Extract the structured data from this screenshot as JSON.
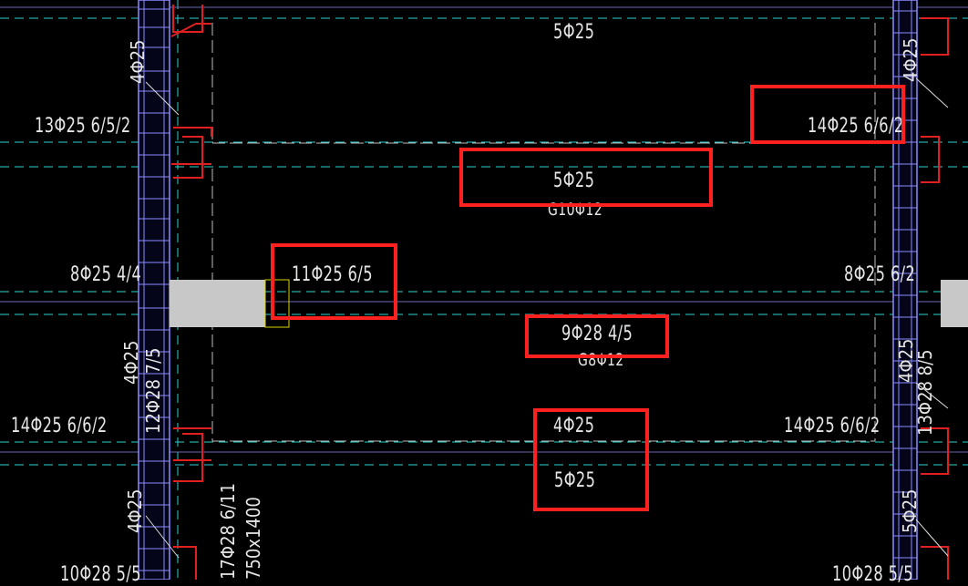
{
  "colors": {
    "background": "#000000",
    "column_hatch": "#8c8cff",
    "axis_dash": "#2fd0d0",
    "beam_line": "#c8c8c8",
    "rebar_red": "#e02020",
    "highlight": "#ff2020",
    "support_block": "#c8c8c8",
    "text": "#e6e6e6"
  },
  "labels": {
    "top_mid": "5Φ25",
    "row1_left": "13Φ25 6/5/2",
    "row1_right": "14Φ25 6/6/2",
    "row2_mid": "5Φ25",
    "row2_mid_stirrup": "G10Φ12",
    "row3_left": "8Φ25 4/4",
    "row3_boxed": "11Φ25 6/5",
    "row3_right": "8Φ25 6/2",
    "row4_mid": "9Φ28 4/5",
    "row4_mid_stirrup": "G8Φ12",
    "row5_left": "14Φ25 6/6/2",
    "row5_mid": "4Φ25",
    "row5_right": "14Φ25 6/6/2",
    "row6_mid": "5Φ25",
    "bottom_left": "10Φ28 5/5",
    "bottom_right": "10Φ28 5/5"
  },
  "vertical_labels": {
    "col_left_top": "4Φ25",
    "col_left_mid1": "4Φ25",
    "col_left_mid2": "12Φ28 7/5",
    "col_left_bottom": "4Φ25",
    "beam_section_1": "17Φ28 6/11",
    "beam_section_2": "750x1400",
    "col_right_top": "4Φ25",
    "col_right_mid1": "4Φ25",
    "col_right_mid2": "13Φ28 8/5",
    "col_right_bottom": "5Φ25"
  }
}
